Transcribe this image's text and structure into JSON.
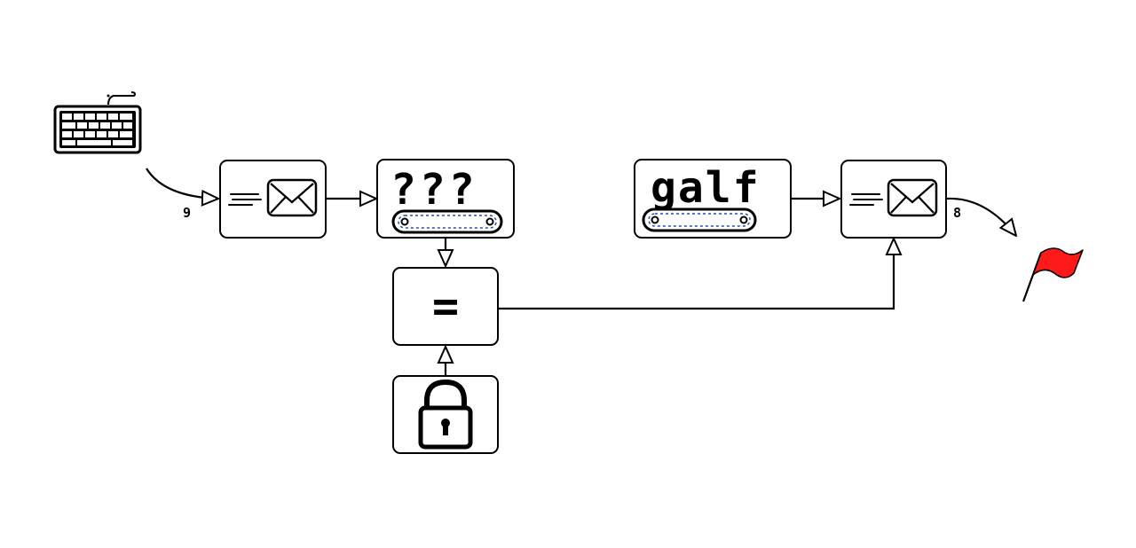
{
  "diagram": {
    "input_port_label": "9",
    "output_port_label": "8",
    "mystery_register_text": "???",
    "flag_register_text": "galf",
    "compare_symbol": "=",
    "colors": {
      "stroke": "#000000",
      "belt_dots": "#2a4fb0",
      "flag": "#ff1a1a",
      "background": "#ffffff"
    }
  },
  "icons": {
    "input": "keyboard-icon",
    "send_a": "envelope-icon",
    "send_b": "envelope-icon",
    "lock": "lock-icon",
    "output": "flag-icon"
  }
}
